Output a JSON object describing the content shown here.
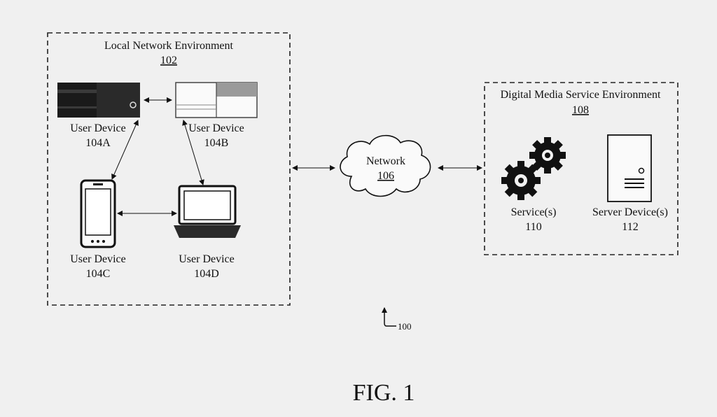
{
  "local_env": {
    "title": "Local Network Environment",
    "ref": "102"
  },
  "devices": [
    {
      "label": "User Device",
      "ref": "104A",
      "icon": "game-console-icon"
    },
    {
      "label": "User Device",
      "ref": "104B",
      "icon": "game-console-icon"
    },
    {
      "label": "User Device",
      "ref": "104C",
      "icon": "smartphone-icon"
    },
    {
      "label": "User Device",
      "ref": "104D",
      "icon": "laptop-icon"
    }
  ],
  "network": {
    "label": "Network",
    "ref": "106",
    "icon": "cloud-icon"
  },
  "service_env": {
    "title": "Digital Media Service Environment",
    "ref": "108"
  },
  "services": {
    "label": "Service(s)",
    "ref": "110",
    "icon": "gears-icon"
  },
  "server": {
    "label": "Server Device(s)",
    "ref": "112",
    "icon": "server-icon"
  },
  "system_ref": "100",
  "figure_label": "FIG. 1"
}
